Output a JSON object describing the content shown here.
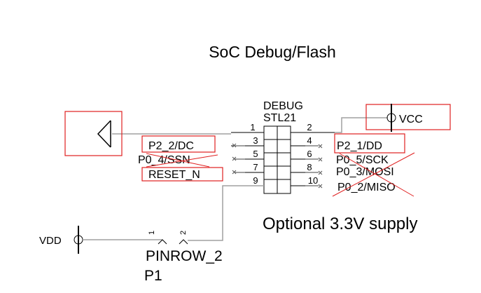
{
  "title": "SoC Debug/Flash",
  "connector": {
    "name": "DEBUG",
    "part": "STL21",
    "left_pins": [
      "1",
      "3",
      "5",
      "7",
      "9"
    ],
    "right_pins": [
      "2",
      "4",
      "6",
      "8",
      "10"
    ]
  },
  "left_labels": {
    "p2_2": "P2_2/DC",
    "p0_4": "P0_4/SSN",
    "reset": "RESET_N"
  },
  "right_labels": {
    "p2_1": "P2_1/DD",
    "p0_5": "P0_5/SCK",
    "p0_3": "P0_3/MOSI",
    "p0_2": "P0_2/MISO"
  },
  "power": {
    "vcc": "VCC",
    "vdd": "VDD"
  },
  "pinrow": {
    "pin1": "1",
    "pin2": "2",
    "part": "PINROW_2",
    "ref": "P1"
  },
  "note": "Optional 3.3V supply",
  "colors": {
    "annotation": "#e02020",
    "wire": "#a0a0a0",
    "line": "#000000"
  }
}
